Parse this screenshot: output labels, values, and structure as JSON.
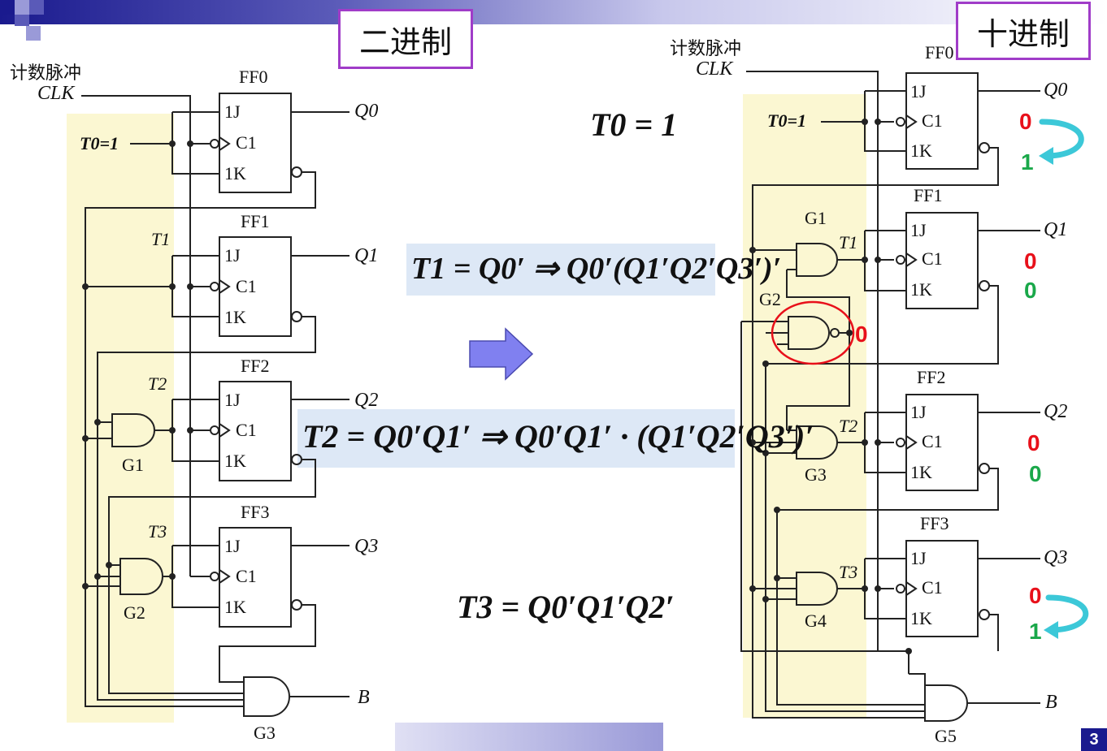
{
  "titles": {
    "binary": "二进制",
    "decimal": "十进制"
  },
  "page_number": "3",
  "left": {
    "clk_cn": "计数脉冲",
    "clk": "CLK",
    "ff": [
      "FF0",
      "FF1",
      "FF2",
      "FF3"
    ],
    "q": [
      "Q0",
      "Q1",
      "Q2",
      "Q3"
    ],
    "t": [
      "T0=1",
      "T1",
      "T2",
      "T3"
    ],
    "gates": [
      "G1",
      "G2",
      "G3"
    ],
    "out": "B"
  },
  "right": {
    "clk_cn": "计数脉冲",
    "clk": "CLK",
    "ff": [
      "FF0",
      "FF1",
      "FF2",
      "FF3"
    ],
    "q": [
      "Q0",
      "Q1",
      "Q2",
      "Q3"
    ],
    "t": [
      "T0=1",
      "T1",
      "T2",
      "T3"
    ],
    "gates": [
      "G1",
      "G2",
      "G3",
      "G4",
      "G5"
    ],
    "out": "B",
    "state_values": {
      "q0": [
        "0",
        "1"
      ],
      "q1": [
        "0",
        "0"
      ],
      "q2": [
        "0",
        "0"
      ],
      "q3": [
        "0",
        "1"
      ],
      "g2_out": "0"
    }
  },
  "formulas": {
    "t0": "T0 = 1",
    "t1": "T1 = Q0′ ⇒ Q0′(Q1′Q2′Q3′)′",
    "t2": "T2 = Q0′Q1′ ⇒ Q0′Q1′ · (Q1′Q2′Q3′)′",
    "t3": "T3 = Q0′Q1′Q2′"
  },
  "ff_pins": {
    "j": "1J",
    "c": "C1",
    "k": "1K"
  },
  "colors": {
    "title_border": "#a03cc8",
    "highlight": "#fbf7d2",
    "formula_bg": "#dde8f6",
    "red": "#e8101a",
    "green": "#1aa84a",
    "teal": "#3cc8d8",
    "arrow": "#8080f0"
  }
}
